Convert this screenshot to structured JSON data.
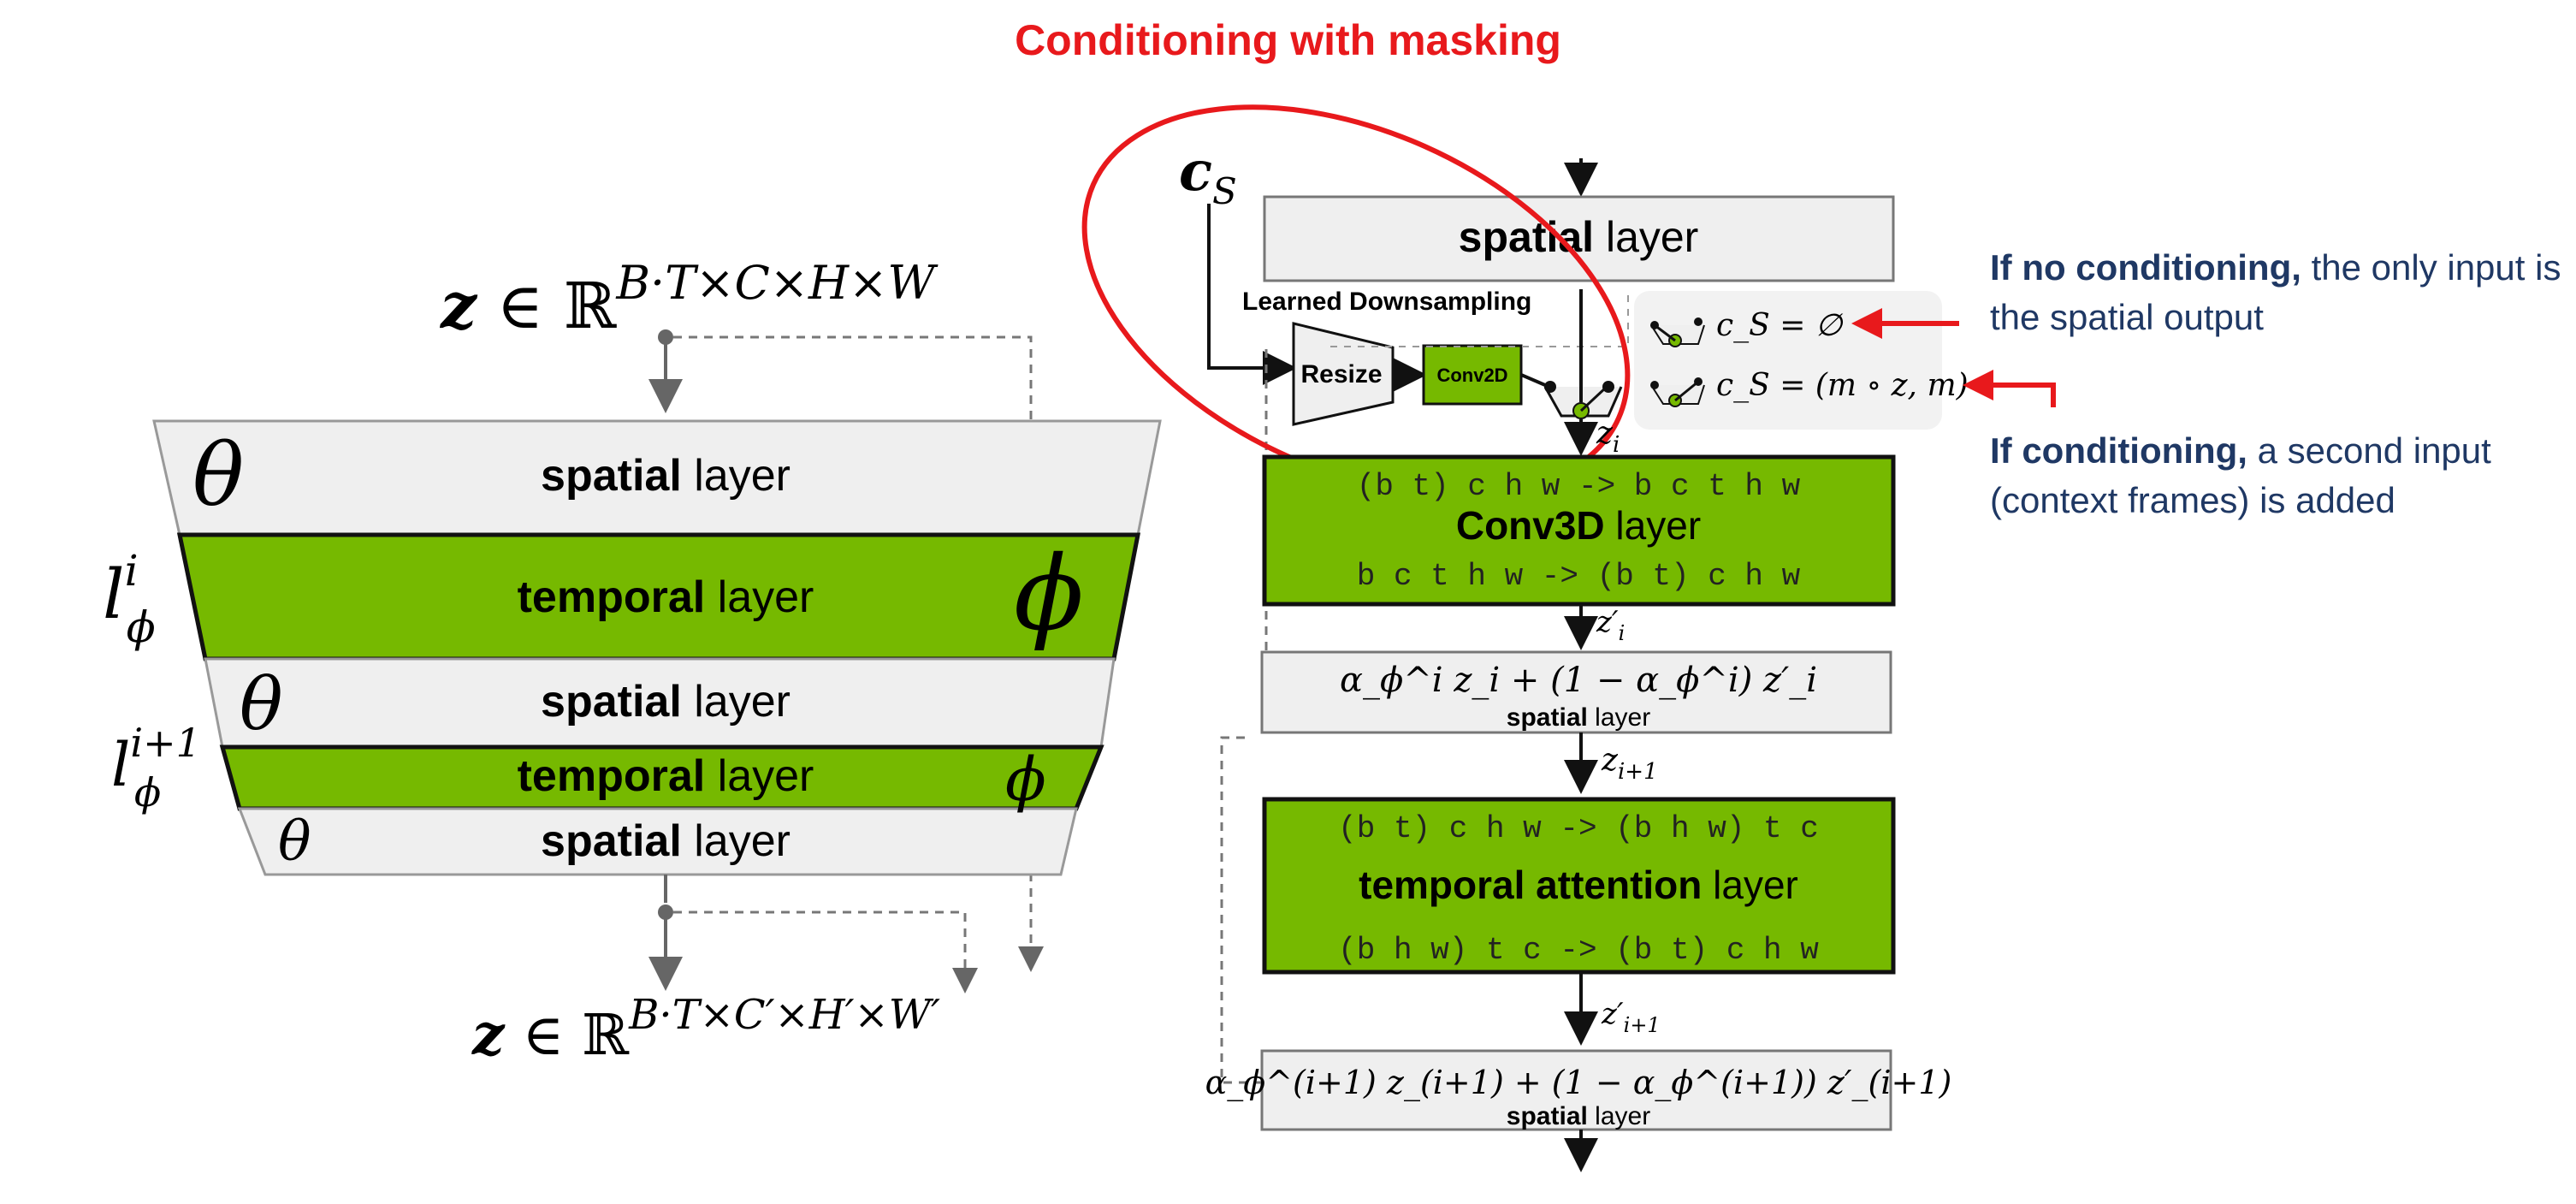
{
  "title": "Conditioning with masking",
  "left_stack": {
    "input_math": "z ∈ ℝ^(B·T×C×H×W)",
    "output_math": "z ∈ ℝ^(B·T×C′×H′×W′)",
    "layers": [
      {
        "bold": "spatial",
        "rest": " layer",
        "param": "θ"
      },
      {
        "bold": "temporal",
        "rest": " layer",
        "param": "ϕ",
        "side": "l_ϕ^i"
      },
      {
        "bold": "spatial",
        "rest": " layer",
        "param": "θ"
      },
      {
        "bold": "temporal",
        "rest": " layer",
        "param": "ϕ",
        "side": "l_ϕ^(i+1)"
      },
      {
        "bold": "spatial",
        "rest": " layer",
        "param": "θ"
      }
    ]
  },
  "right_block": {
    "cs_label": "c_S",
    "learned_downsampling": "Learned Downsampling",
    "resize": "Resize",
    "conv2d": "Conv2D",
    "spatial_top": {
      "bold": "spatial",
      "rest": " layer"
    },
    "options": [
      "c_S = ∅",
      "c_S = (m ∘ z, m)"
    ],
    "zi": "z_i",
    "conv3d": {
      "line1": "(b t) c h w -> b c t h w",
      "bold": "Conv3D",
      "rest": " layer",
      "line3": "b c t h w -> (b t) c h w"
    },
    "zi_prime": "z′_i",
    "mix1": {
      "formula": "α_ϕ^i z_i + (1 − α_ϕ^i) z′_i",
      "bold": "spatial",
      "rest": " layer"
    },
    "zi1": "z_(i+1)",
    "temporal_attention": {
      "line1": "(b t) c h w -> (b h w) t c",
      "bold": "temporal attention",
      "rest": " layer",
      "line3": "(b h w) t c -> (b t) c h w"
    },
    "zi1_prime": "z′_(i+1)",
    "mix2": {
      "formula": "α_ϕ^(i+1) z_(i+1) + (1 − α_ϕ^(i+1)) z′_(i+1)",
      "bold": "spatial",
      "rest": " layer"
    }
  },
  "notes": {
    "no_cond_bold": "If no conditioning,",
    "no_cond_rest": " the only input is the spatial output",
    "cond_bold": "If conditioning,",
    "cond_rest": " a second input (context frames) is added"
  },
  "colors": {
    "green": "#76b900",
    "gray_fill": "#efefef",
    "red": "#e8191c",
    "navy": "#1f3864"
  }
}
